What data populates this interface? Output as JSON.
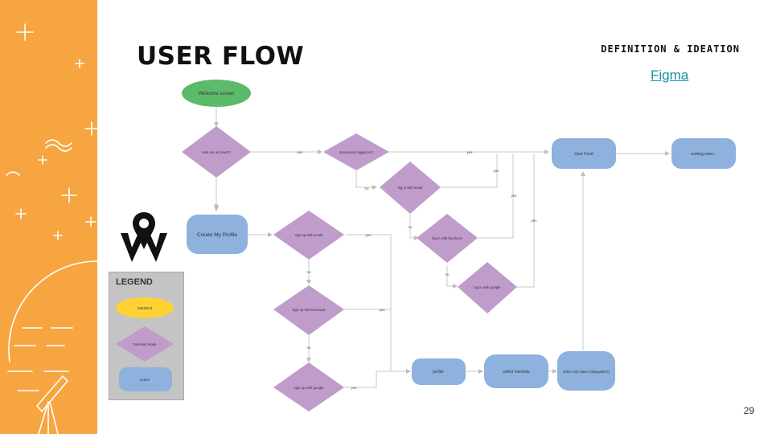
{
  "slide": {
    "title": "USER FLOW",
    "section": "DEFINITION & IDEATION",
    "link_text": "Figma",
    "page_number": "29"
  },
  "legend": {
    "title": "LEGEND",
    "start_end": "Start/End",
    "decision": "Decision Node",
    "action": "action"
  },
  "colors": {
    "sidebar": "#f7a541",
    "start": "#5cbb6b",
    "decision": "#c09ccb",
    "action": "#8eb1de",
    "legend_start": "#fed233",
    "link": "#1a8fa0"
  },
  "nodes": {
    "welcome": "Welcome screen",
    "has_account": "Has an account?",
    "previously_logged": "previously logged in?",
    "user_feed": "User Feed",
    "coming_soon": "coming soon...",
    "log_in_email": "log in with email",
    "log_in_facebook": "log in with facebook",
    "log_in_google": "log in with google",
    "create_profile": "Create My Profile",
    "sign_up_email": "sign up with email",
    "sign_up_facebook": "sign up with facebook",
    "sign_up_google": "sign up with google",
    "profile": "profile",
    "select_interests": "select interests",
    "select_clip_dates": "select clip dates (skippable?)"
  },
  "edge_labels": {
    "yes": "yes",
    "no": "no"
  }
}
